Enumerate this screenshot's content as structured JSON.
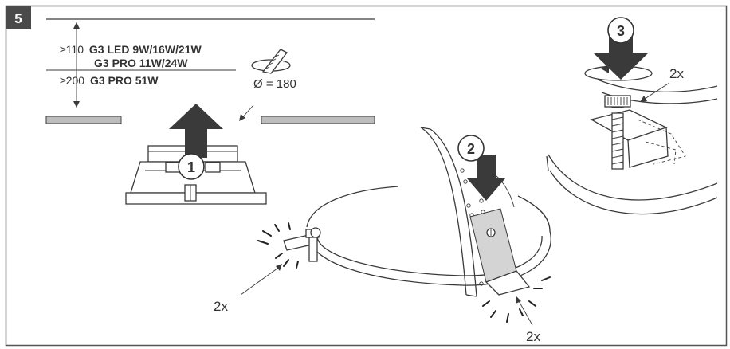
{
  "step_badge": "5",
  "dimensions": {
    "line1_prefix": "≥110",
    "line1_models": "G3 LED 9W/16W/21W",
    "line2_models": "G3 PRO 11W/24W",
    "line3_prefix": "≥200",
    "line3_models": "G3 PRO 51W"
  },
  "cutout": {
    "label": "Ø = 180"
  },
  "step_numbers": [
    "1",
    "2",
    "3"
  ],
  "quantity_labels": {
    "left_clip": "2x",
    "bottom_spring": "2x",
    "top_right_screw": "2x"
  },
  "colors": {
    "frame": "#555555",
    "badge": "#4a4a4a",
    "arrow": "#3a3a3a",
    "ceiling": "#bdbdbd"
  }
}
